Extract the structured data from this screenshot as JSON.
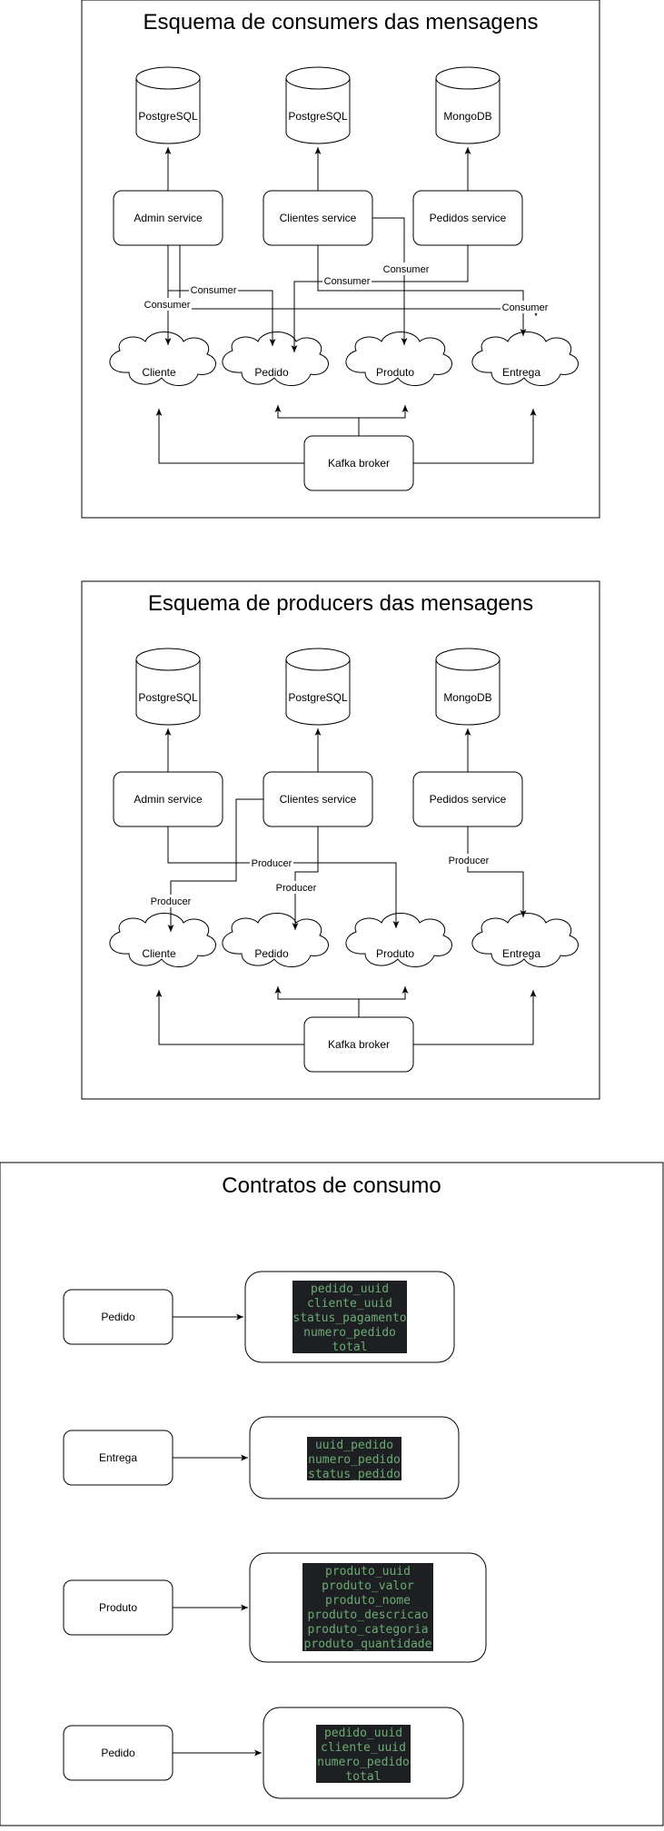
{
  "consumers_diagram": {
    "title": "Esquema de consumers das mensagens",
    "databases": [
      "PostgreSQL",
      "PostgreSQL",
      "MongoDB"
    ],
    "services": [
      "Admin service",
      "Clientes service",
      "Pedidos service"
    ],
    "topics": [
      "Cliente",
      "Pedido",
      "Produto",
      "Entrega"
    ],
    "broker": "Kafka broker",
    "edge_label": "Consumer"
  },
  "producers_diagram": {
    "title": "Esquema de producers das mensagens",
    "databases": [
      "PostgreSQL",
      "PostgreSQL",
      "MongoDB"
    ],
    "services": [
      "Admin service",
      "Clientes service",
      "Pedidos service"
    ],
    "topics": [
      "Cliente",
      "Pedido",
      "Produto",
      "Entrega"
    ],
    "broker": "Kafka broker",
    "edge_label": "Producer"
  },
  "contracts": {
    "title": "Contratos de consumo",
    "items": [
      {
        "source": "Pedido",
        "fields": [
          "pedido_uuid",
          "cliente_uuid",
          "status_pagamento",
          "numero_pedido",
          "total"
        ]
      },
      {
        "source": "Entrega",
        "fields": [
          "uuid_pedido",
          "numero_pedido",
          "status_pedido"
        ]
      },
      {
        "source": "Produto",
        "fields": [
          "produto_uuid",
          "produto_valor",
          "produto_nome",
          "produto_descricao",
          "produto_categoria",
          "produto_quantidade"
        ]
      },
      {
        "source": "Pedido",
        "fields": [
          "pedido_uuid",
          "cliente_uuid",
          "numero_pedido",
          "total"
        ]
      }
    ]
  },
  "colors": {
    "stroke": "#000000",
    "code_bg": "#1e1f22",
    "code_text": "#6aab73"
  }
}
